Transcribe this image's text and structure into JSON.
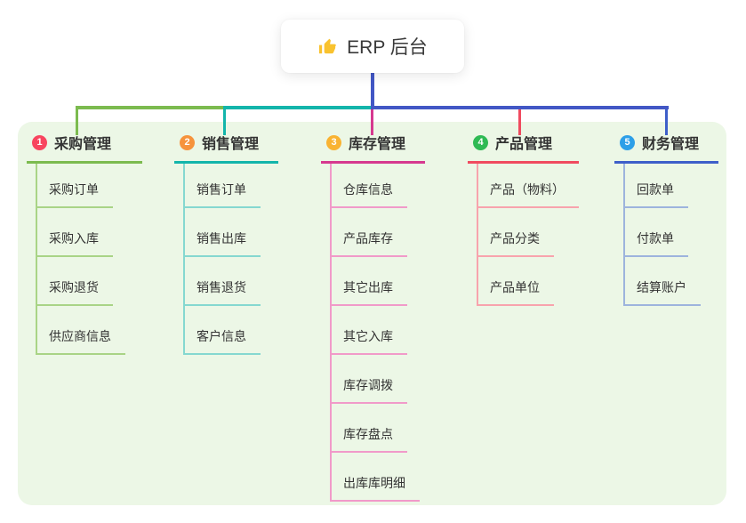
{
  "root": {
    "title": "ERP 后台",
    "icon": "thumbs-up-icon"
  },
  "theme": {
    "page_background": "#ffffff",
    "panel_background": "#ecf7e6",
    "connector_color": "#4257c5",
    "text_color": "#333333",
    "root_card_background": "#ffffff",
    "thumb_icon_color": "#f9c22e"
  },
  "branches": [
    {
      "index": "1",
      "label": "采购管理",
      "badge_color": "#f8455f",
      "main_color": "#7cbb4f",
      "child_color": "#a9d486",
      "children": [
        "采购订单",
        "采购入库",
        "采购退货",
        "供应商信息"
      ]
    },
    {
      "index": "2",
      "label": "销售管理",
      "badge_color": "#f6933c",
      "main_color": "#13b5ab",
      "child_color": "#85d8d0",
      "children": [
        "销售订单",
        "销售出库",
        "销售退货",
        "客户信息"
      ]
    },
    {
      "index": "3",
      "label": "库存管理",
      "badge_color": "#f9b332",
      "main_color": "#d6398f",
      "child_color": "#f19ac9",
      "children": [
        "仓库信息",
        "产品库存",
        "其它出库",
        "其它入库",
        "库存调拨",
        "库存盘点",
        "出库库明细"
      ]
    },
    {
      "index": "4",
      "label": "产品管理",
      "badge_color": "#2fba54",
      "main_color": "#f04b5f",
      "child_color": "#f8a3ad",
      "children": [
        "产品（物料）",
        "产品分类",
        "产品单位"
      ]
    },
    {
      "index": "5",
      "label": "财务管理",
      "badge_color": "#2d9fe8",
      "main_color": "#3e5fc9",
      "child_color": "#9db4dd",
      "children": [
        "回款单",
        "付款单",
        "结算账户"
      ]
    }
  ]
}
